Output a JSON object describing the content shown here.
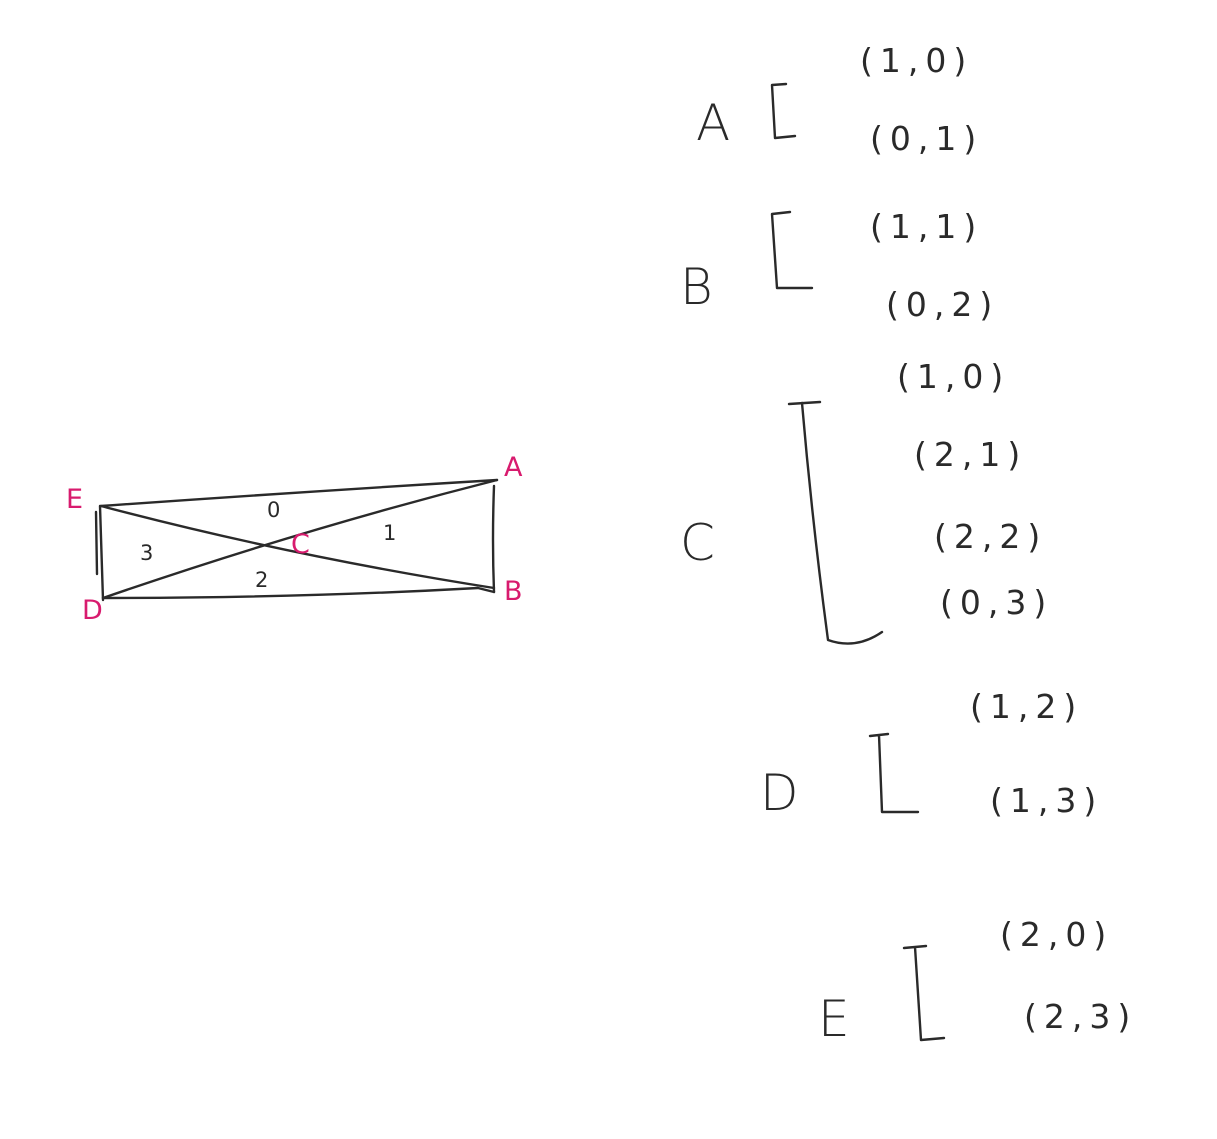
{
  "diagram": {
    "vertices": [
      {
        "id": "A",
        "label": "A"
      },
      {
        "id": "B",
        "label": "B"
      },
      {
        "id": "C",
        "label": "C"
      },
      {
        "id": "D",
        "label": "D"
      },
      {
        "id": "E",
        "label": "E"
      }
    ],
    "regions": [
      {
        "id": "r0",
        "label": "0"
      },
      {
        "id": "r1",
        "label": "1"
      },
      {
        "id": "r2",
        "label": "2"
      },
      {
        "id": "r3",
        "label": "3"
      }
    ],
    "edges": [
      {
        "from": "E",
        "to": "A"
      },
      {
        "from": "A",
        "to": "B"
      },
      {
        "from": "D",
        "to": "B"
      },
      {
        "from": "E",
        "to": "D"
      },
      {
        "from": "E",
        "to": "B"
      },
      {
        "from": "D",
        "to": "A"
      }
    ]
  },
  "table": {
    "groups": [
      {
        "letter": "A",
        "pairs": [
          "(1,0)",
          "(0,1)"
        ]
      },
      {
        "letter": "B",
        "pairs": [
          "(1,1)",
          "(0,2)"
        ]
      },
      {
        "letter": "C",
        "pairs": [
          "(1,0)",
          "(2,1)",
          "(2,2)",
          "(0,3)"
        ]
      },
      {
        "letter": "D",
        "pairs": [
          "(1,2)",
          "(1,3)"
        ]
      },
      {
        "letter": "E",
        "pairs": [
          "(2,0)",
          "(2,3)"
        ]
      }
    ]
  },
  "colors": {
    "ink": "#2a2a2a",
    "vertex_label": "#d81b6e",
    "background": "#ffffff"
  }
}
